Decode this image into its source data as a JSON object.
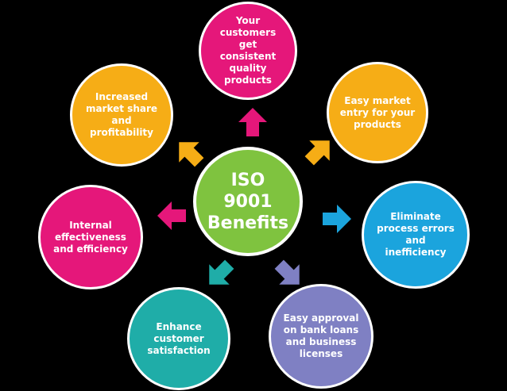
{
  "center": {
    "label": "ISO\n9001\nBenefits",
    "color": "#7fc33f"
  },
  "benefits": [
    {
      "id": "top",
      "label": "Your customers get consistent quality products",
      "color": "#e5177a"
    },
    {
      "id": "tr",
      "label": "Easy market entry for your products",
      "color": "#f6ad16"
    },
    {
      "id": "right",
      "label": "Eliminate process errors and inefficiency",
      "color": "#1ba4dd"
    },
    {
      "id": "br",
      "label": "Easy approval on bank loans and business licenses",
      "color": "#7f80c3"
    },
    {
      "id": "bl",
      "label": "Enhance customer satisfaction",
      "color": "#1fada8"
    },
    {
      "id": "left",
      "label": "Internal effectiveness and efficiency",
      "color": "#e5177a"
    },
    {
      "id": "tl",
      "label": "Increased market share and profitability",
      "color": "#f6ad16"
    }
  ],
  "arrows": [
    {
      "id": "top",
      "icon": "arrow-up-icon",
      "color": "#e5177a"
    },
    {
      "id": "tr",
      "icon": "arrow-up-right-icon",
      "color": "#f6ad16"
    },
    {
      "id": "right",
      "icon": "arrow-right-icon",
      "color": "#1ba4dd"
    },
    {
      "id": "br",
      "icon": "arrow-down-right-icon",
      "color": "#7f80c3"
    },
    {
      "id": "bl",
      "icon": "arrow-down-left-icon",
      "color": "#1fada8"
    },
    {
      "id": "left",
      "icon": "arrow-left-icon",
      "color": "#e5177a"
    },
    {
      "id": "tl",
      "icon": "arrow-up-left-icon",
      "color": "#f6ad16"
    }
  ],
  "background_color": "#000000"
}
